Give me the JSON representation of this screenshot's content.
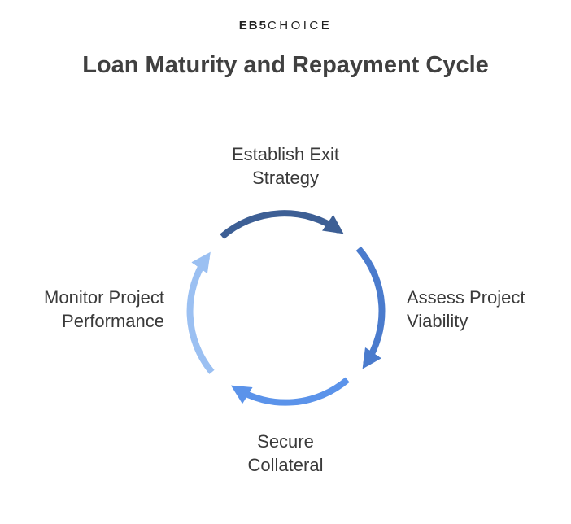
{
  "brand": {
    "bold": "EB5",
    "light": "CHOICE"
  },
  "title": "Loan Maturity and Repayment Cycle",
  "steps": [
    {
      "label": "Establish Exit\nStrategy",
      "color": "#3d5f95"
    },
    {
      "label": "Assess Project\nViability",
      "color": "#4a7bcd"
    },
    {
      "label": "Secure\nCollateral",
      "color": "#5b93ea"
    },
    {
      "label": "Monitor Project\nPerformance",
      "color": "#9bc0f2"
    }
  ]
}
